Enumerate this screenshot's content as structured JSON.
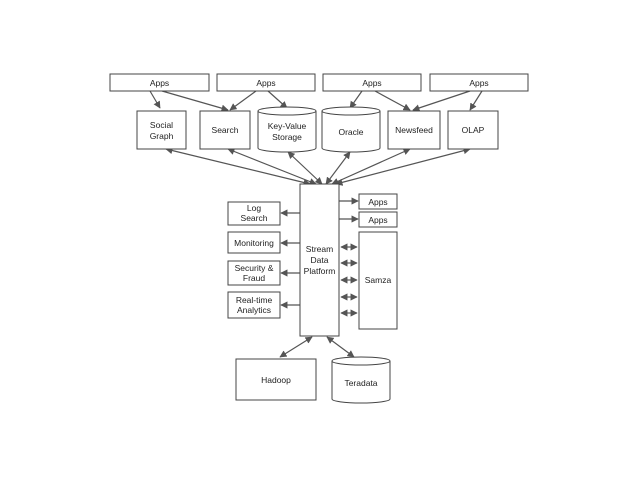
{
  "top_apps": [
    "Apps",
    "Apps",
    "Apps",
    "Apps"
  ],
  "services": {
    "social_graph": [
      "Social",
      "Graph"
    ],
    "search": "Search",
    "key_value_storage": [
      "Key-Value",
      "Storage"
    ],
    "oracle": "Oracle",
    "newsfeed": "Newsfeed",
    "olap": "OLAP"
  },
  "platform": [
    "Stream",
    "Data",
    "Platform"
  ],
  "left_consumers": {
    "log_search": [
      "Log",
      "Search"
    ],
    "monitoring": "Monitoring",
    "security_fraud": [
      "Security &",
      "Fraud"
    ],
    "realtime_analytics": [
      "Real-time",
      "Analytics"
    ]
  },
  "right_apps": [
    "Apps",
    "Apps"
  ],
  "samza": "Samza",
  "hadoop": "Hadoop",
  "teradata": "Teradata"
}
